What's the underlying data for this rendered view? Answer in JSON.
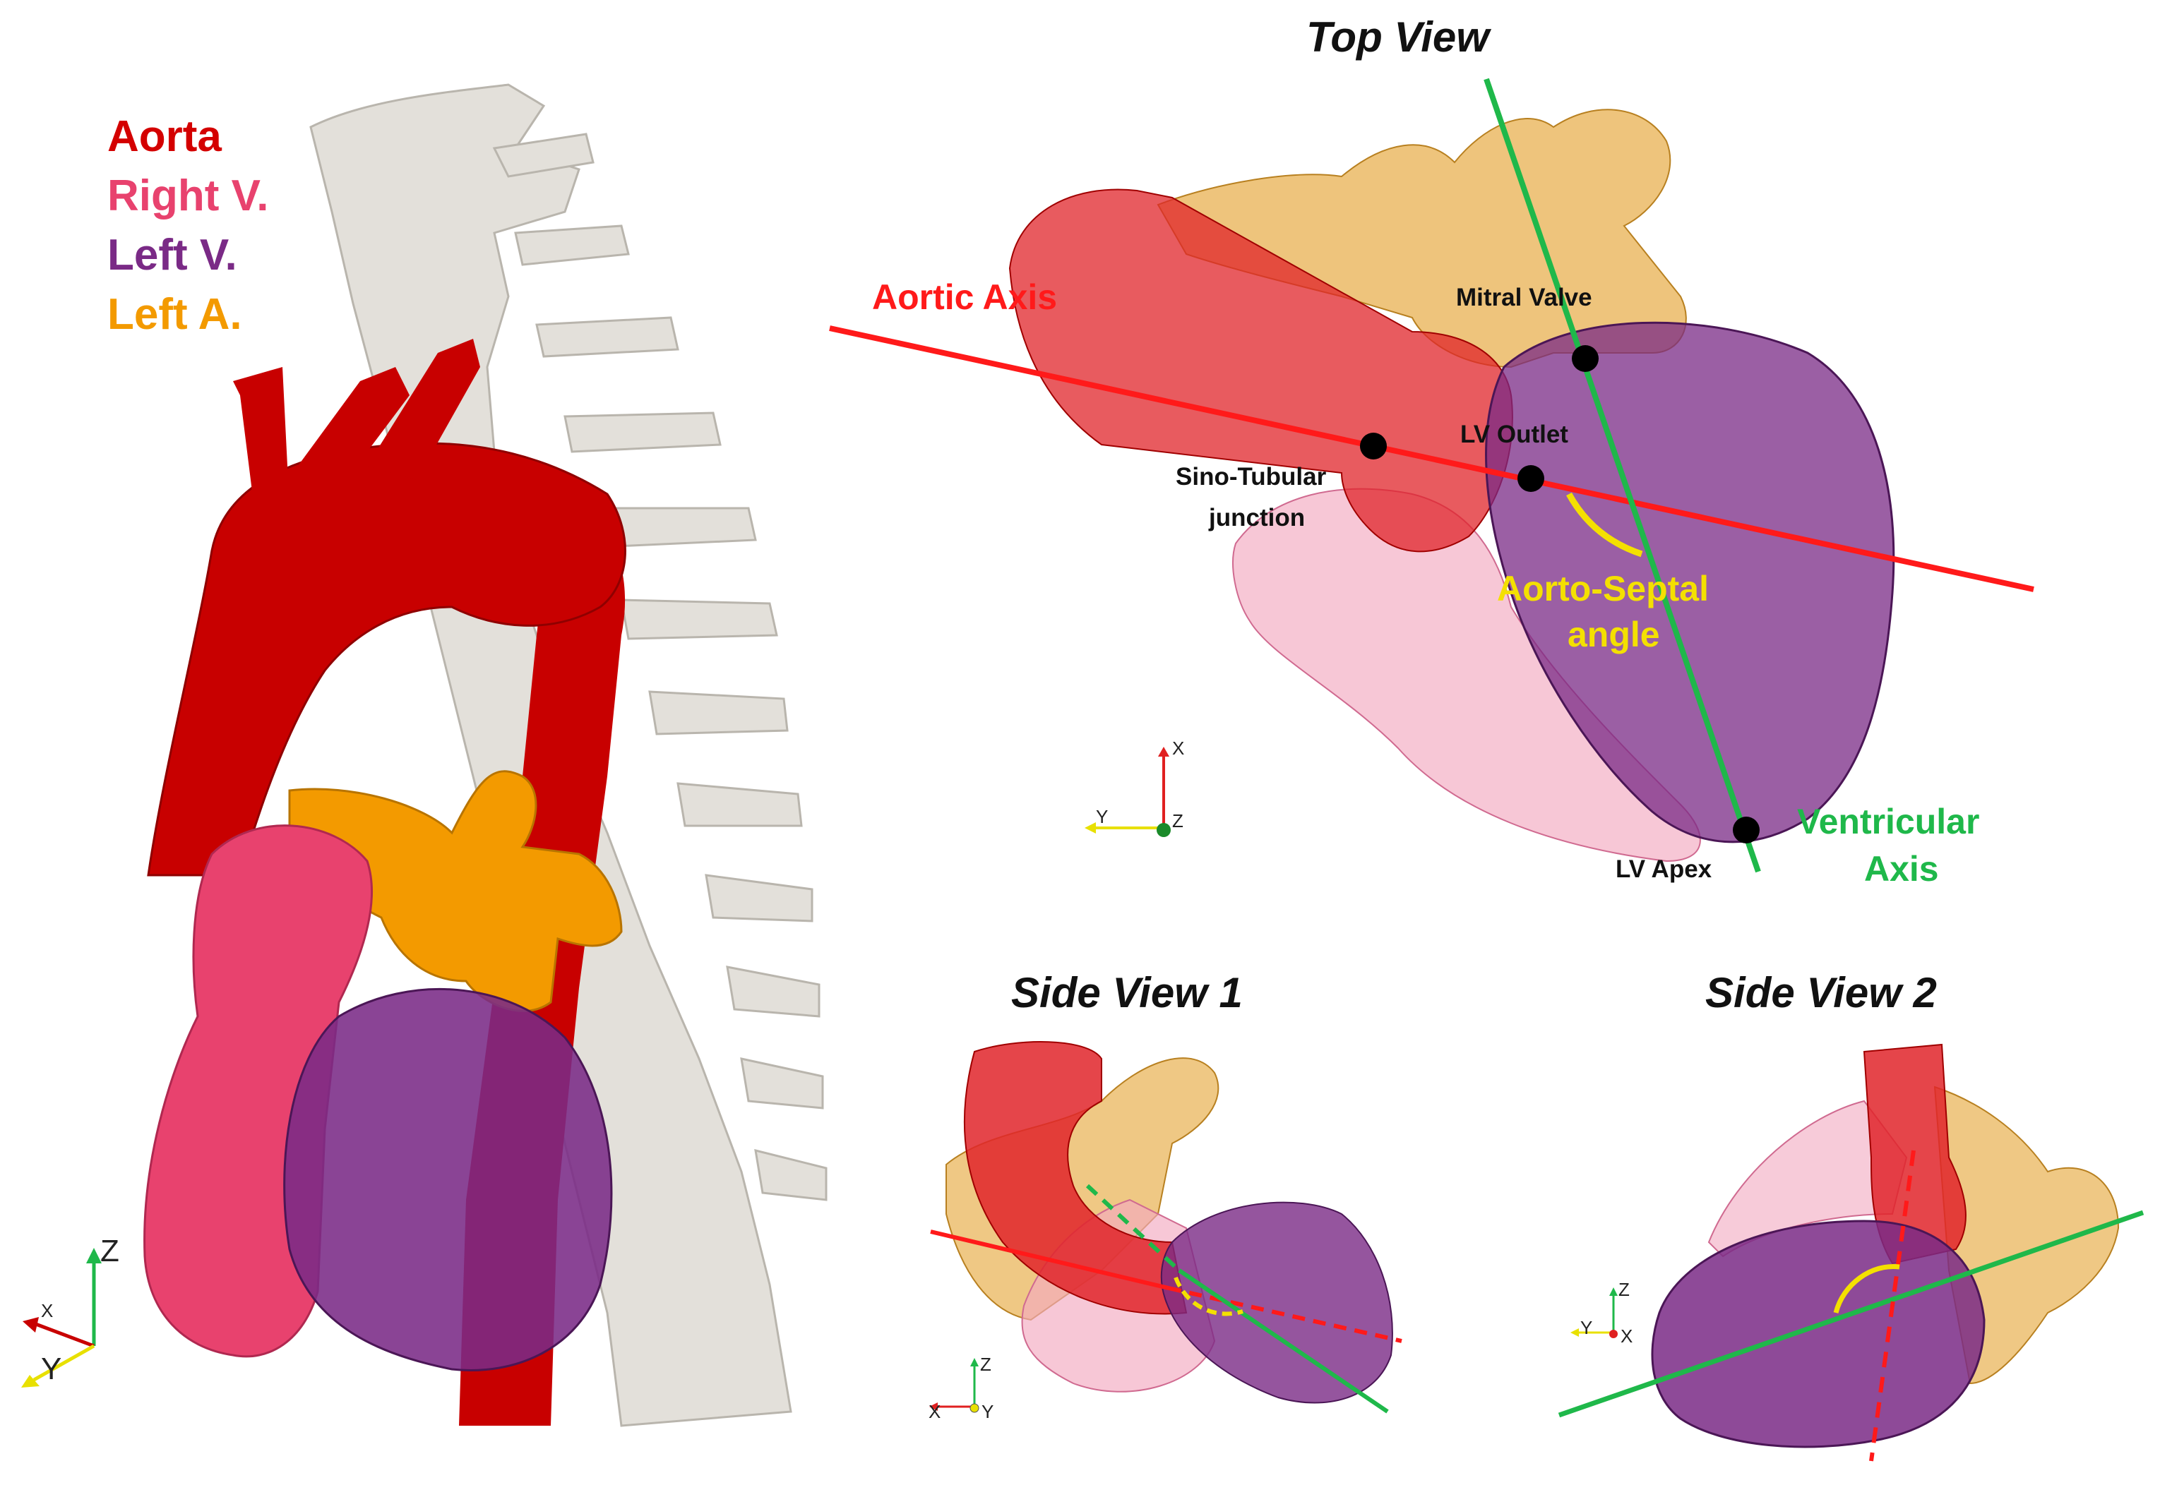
{
  "colors": {
    "aorta": "#d40000",
    "right_ventricle": "#e8426e",
    "left_ventricle": "#7a2a86",
    "left_atrium": "#f39a00",
    "aortic_axis": "#ff1a1a",
    "ventricular_axis": "#1fb84a",
    "angle_arc": "#f4e000",
    "spine": "#e3e0da",
    "landmark_dot": "#000000"
  },
  "legend": {
    "aorta": "Aorta",
    "right_v": "Right V.",
    "left_v": "Left V.",
    "left_a": "Left A."
  },
  "panels": {
    "top_view": "Top View",
    "side_view_1": "Side View 1",
    "side_view_2": "Side View 2"
  },
  "labels": {
    "aortic_axis": "Aortic Axis",
    "mitral_valve": "Mitral Valve",
    "lv_outlet": "LV Outlet",
    "sino_tubular_1": "Sino-Tubular",
    "sino_tubular_2": "junction",
    "aorto_septal_1": "Aorto-Septal",
    "aorto_septal_2": "angle",
    "lv_apex": "LV Apex",
    "ventricular_1": "Ventricular",
    "ventricular_2": "Axis"
  },
  "axes_triads": {
    "main": {
      "z": "Z",
      "x": "X",
      "y": "Y"
    },
    "top": {
      "x": "X",
      "y": "Y",
      "z": "Z"
    },
    "side1": {
      "z": "Z",
      "x": "X",
      "y": "Y"
    },
    "side2": {
      "z": "Z",
      "y": "Y",
      "x": "X"
    }
  }
}
